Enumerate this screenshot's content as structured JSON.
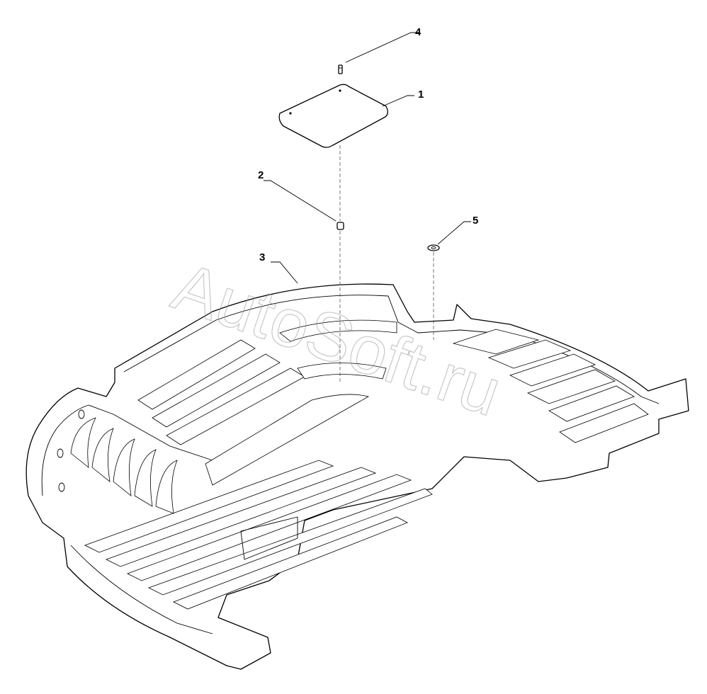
{
  "diagram": {
    "watermark": "AutoSoft.ru",
    "callouts": [
      {
        "id": "1"
      },
      {
        "id": "2"
      },
      {
        "id": "3"
      },
      {
        "id": "4"
      },
      {
        "id": "5"
      }
    ]
  }
}
